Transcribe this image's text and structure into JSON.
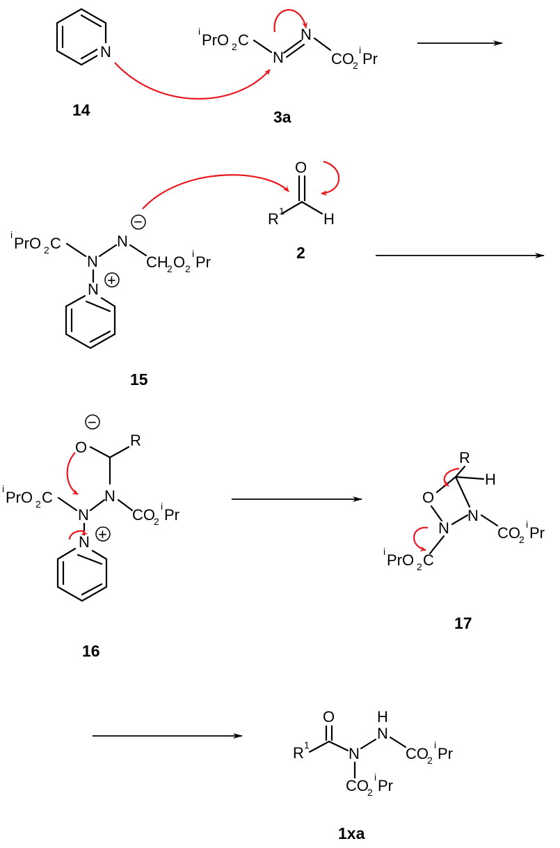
{
  "compounds": {
    "c14": {
      "label": "14"
    },
    "c3a": {
      "label": "3a"
    },
    "c15": {
      "label": "15"
    },
    "c2": {
      "label": "2"
    },
    "c16": {
      "label": "16"
    },
    "c17": {
      "label": "17"
    },
    "c1xa": {
      "label": "1xa"
    }
  },
  "atoms": {
    "N": "N",
    "O": "O",
    "H": "H",
    "C": "C",
    "R": "R",
    "i": "i",
    "one": "1",
    "two": "2",
    "iPr_left": "PrO",
    "C_right": "C",
    "CO": "CO",
    "Pr": "Pr",
    "CH": "CH",
    "O_sym": "O",
    "minus": "−",
    "plus": "+"
  },
  "colors": {
    "electron_arrow": "#e8191f",
    "bond": "#000000"
  }
}
